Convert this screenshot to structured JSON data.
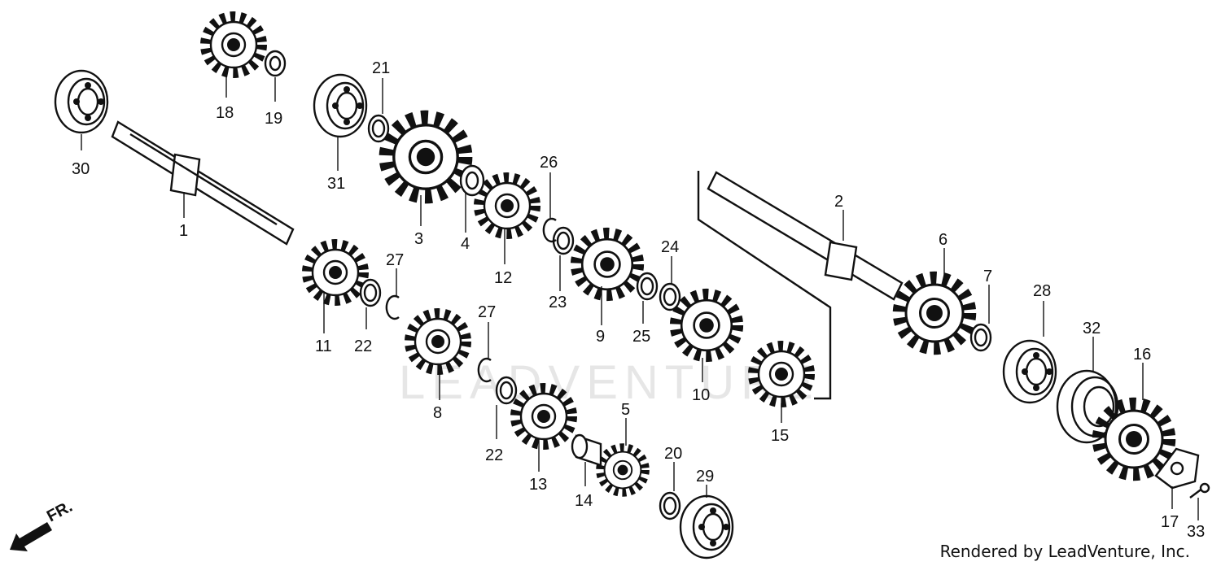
{
  "watermark": "LEADVENTURE",
  "credit": "Rendered by LeadVenture, Inc.",
  "front_marker": "FR.",
  "callouts": [
    "1",
    "2",
    "3",
    "4",
    "5",
    "6",
    "7",
    "8",
    "9",
    "10",
    "11",
    "12",
    "13",
    "14",
    "15",
    "16",
    "17",
    "18",
    "19",
    "20",
    "21",
    "22",
    "22",
    "23",
    "24",
    "25",
    "26",
    "27",
    "27",
    "28",
    "29",
    "30",
    "31",
    "32",
    "33"
  ]
}
